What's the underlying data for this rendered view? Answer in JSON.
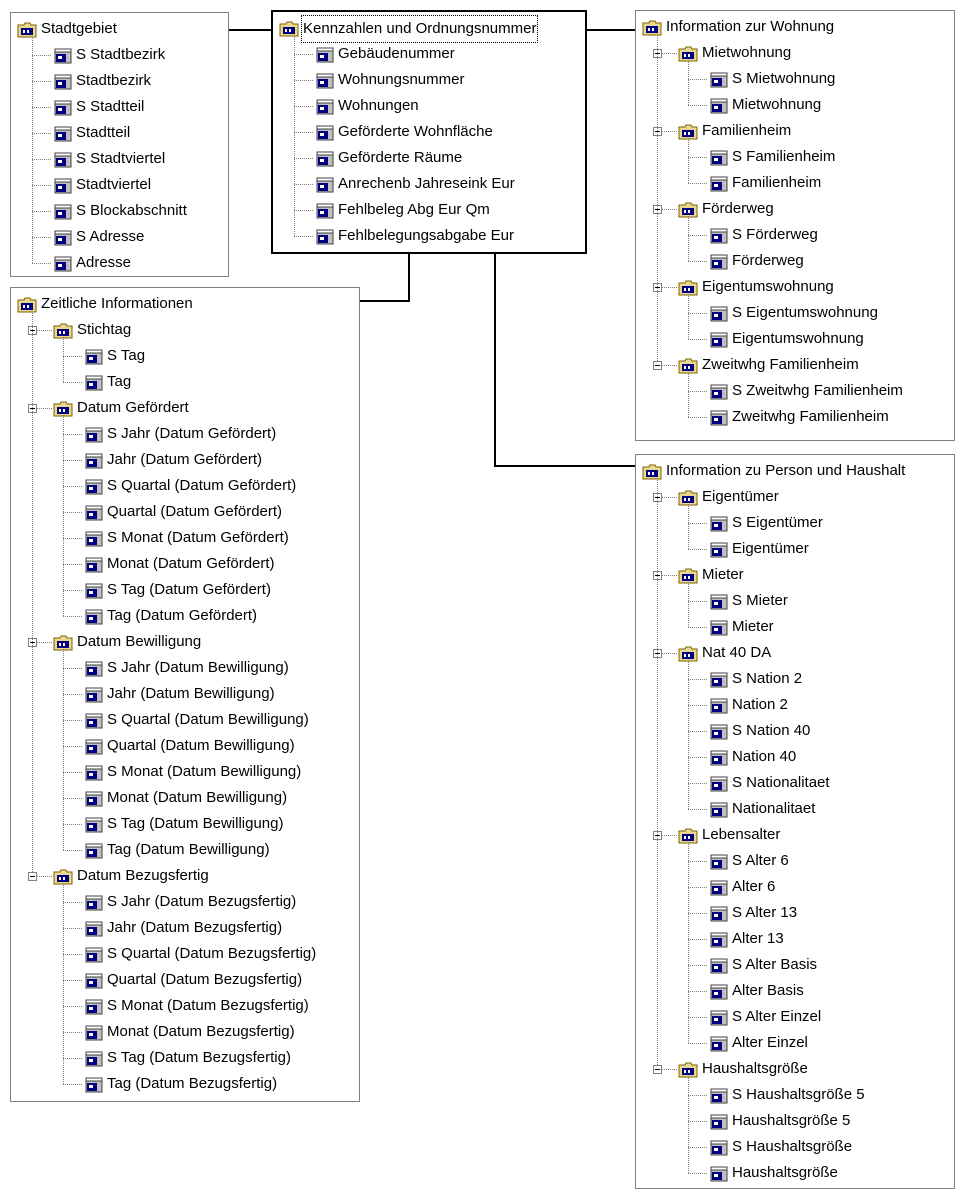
{
  "panels": {
    "stadtgebiet": {
      "title": "Stadtgebiet",
      "items": [
        "S Stadtbezirk",
        "Stadtbezirk",
        "S Stadtteil",
        "Stadtteil",
        "S Stadtviertel",
        "Stadtviertel",
        "S Blockabschnitt",
        "S Adresse",
        "Adresse"
      ]
    },
    "kennzahlen": {
      "title": "Kennzahlen und Ordnungsnummer",
      "items": [
        "Gebäudenummer",
        "Wohnungsnummer",
        "Wohnungen",
        "Geförderte Wohnfläche",
        "Geförderte Räume",
        "Anrechenb Jahreseink Eur",
        "Fehlbeleg Abg Eur Qm",
        "Fehlbelegungsabgabe Eur"
      ]
    },
    "wohnung": {
      "title": "Information zur Wohnung",
      "groups": [
        {
          "name": "Mietwohnung",
          "items": [
            "S Mietwohnung",
            "Mietwohnung"
          ]
        },
        {
          "name": "Familienheim",
          "items": [
            "S Familienheim",
            "Familienheim"
          ]
        },
        {
          "name": "Förderweg",
          "items": [
            "S Förderweg",
            "Förderweg"
          ]
        },
        {
          "name": "Eigentumswohnung",
          "items": [
            "S Eigentumswohnung",
            "Eigentumswohnung"
          ]
        },
        {
          "name": "Zweitwhg Familienheim",
          "items": [
            "S Zweitwhg Familienheim",
            "Zweitwhg Familienheim"
          ]
        }
      ]
    },
    "zeitlich": {
      "title": "Zeitliche Informationen",
      "groups": [
        {
          "name": "Stichtag",
          "items": [
            "S Tag",
            "Tag"
          ]
        },
        {
          "name": "Datum Gefördert",
          "items": [
            "S Jahr (Datum Gefördert)",
            "Jahr (Datum Gefördert)",
            "S Quartal (Datum Gefördert)",
            "Quartal (Datum Gefördert)",
            "S Monat (Datum Gefördert)",
            "Monat (Datum Gefördert)",
            "S Tag (Datum Gefördert)",
            "Tag (Datum Gefördert)"
          ]
        },
        {
          "name": "Datum Bewilligung",
          "items": [
            "S Jahr (Datum Bewilligung)",
            "Jahr (Datum Bewilligung)",
            "S Quartal (Datum Bewilligung)",
            "Quartal (Datum Bewilligung)",
            "S Monat (Datum Bewilligung)",
            "Monat (Datum Bewilligung)",
            "S Tag (Datum Bewilligung)",
            "Tag (Datum Bewilligung)"
          ]
        },
        {
          "name": "Datum Bezugsfertig",
          "items": [
            "S Jahr (Datum Bezugsfertig)",
            "Jahr (Datum Bezugsfertig)",
            "S Quartal (Datum Bezugsfertig)",
            "Quartal (Datum Bezugsfertig)",
            "S Monat (Datum Bezugsfertig)",
            "Monat (Datum Bezugsfertig)",
            "S Tag (Datum Bezugsfertig)",
            "Tag (Datum Bezugsfertig)"
          ]
        }
      ]
    },
    "person": {
      "title": "Information zu Person und Haushalt",
      "groups": [
        {
          "name": "Eigentümer",
          "items": [
            "S Eigentümer",
            "Eigentümer"
          ]
        },
        {
          "name": "Mieter",
          "items": [
            "S Mieter",
            "Mieter"
          ]
        },
        {
          "name": "Nat 40 DA",
          "items": [
            "S Nation 2",
            "Nation 2",
            "S Nation 40",
            "Nation 40",
            "S Nationalitaet",
            "Nationalitaet"
          ]
        },
        {
          "name": "Lebensalter",
          "items": [
            "S Alter 6",
            "Alter 6",
            "S Alter 13",
            "Alter 13",
            "S Alter Basis",
            "Alter Basis",
            "S Alter Einzel",
            "Alter Einzel"
          ]
        },
        {
          "name": "Haushaltsgröße",
          "items": [
            "S Haushaltsgröße 5",
            "Haushaltsgröße 5",
            "S Haushaltsgröße",
            "Haushaltsgröße"
          ]
        }
      ]
    }
  },
  "icons": {
    "class_folder": "class-folder-icon",
    "object": "object-icon"
  },
  "colors": {
    "folder": "#e8d890",
    "folder_stroke": "#806000",
    "object_blue": "#000080",
    "object_sheet": "#c0c0c0",
    "connector": "#000000"
  }
}
